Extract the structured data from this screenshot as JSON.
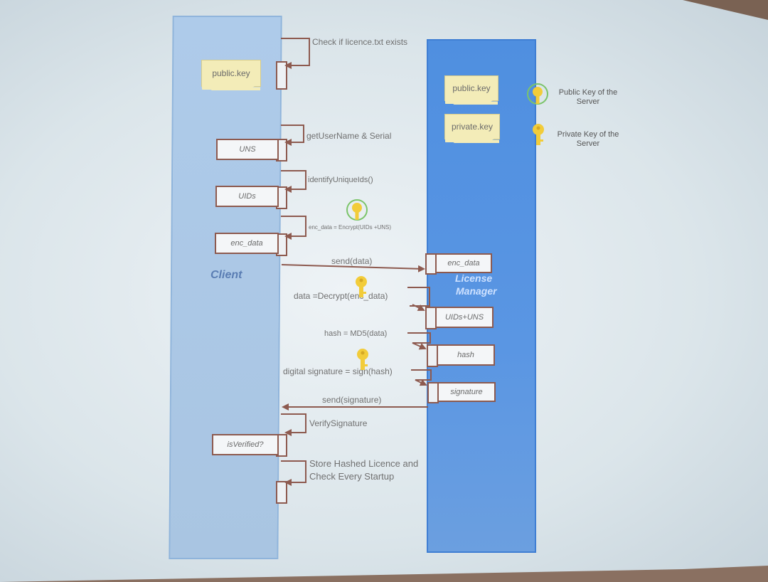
{
  "client": {
    "title": "Client",
    "public_key": "public.key"
  },
  "server": {
    "title_line1": "License",
    "title_line2": "Manager",
    "public_key": "public.key",
    "private_key": "private.key"
  },
  "legend": {
    "public": "Public Key of the Server",
    "private": "Private Key of the Server"
  },
  "steps": {
    "check": "Check if licence.txt exists",
    "get_user": "getUserName & Serial",
    "identify": "identifyUniqueIds()",
    "encrypt": "enc_data = Encrypt(UIDs +UNS)",
    "send_data": "send(data)",
    "decrypt": "data =Decrypt(enc_data)",
    "hash": "hash = MD5(data)",
    "sign": "digital signature = sign(hash)",
    "send_sig": "send(signature)",
    "verify": "VerifySignature",
    "store_1": "Store Hashed Licence and",
    "store_2": "Check Every Startup"
  },
  "objects": {
    "uns": "UNS",
    "uids": "UIDs",
    "enc_data": "enc_data",
    "is_verified": "isVerified?",
    "srv_enc_data": "enc_data",
    "uids_uns": "UIDs+UNS",
    "hash": "hash",
    "signature": "signature"
  },
  "colors": {
    "arrow": "#8d5a4f",
    "client_lane": "#aecbea",
    "server_lane": "#4f8fe0",
    "key": "#f2cc3a",
    "client_title": "#5a7db3",
    "server_title": "#cfe2ff"
  },
  "icons": {
    "public_key": "key-icon-outlined",
    "private_key": "key-icon-filled"
  }
}
